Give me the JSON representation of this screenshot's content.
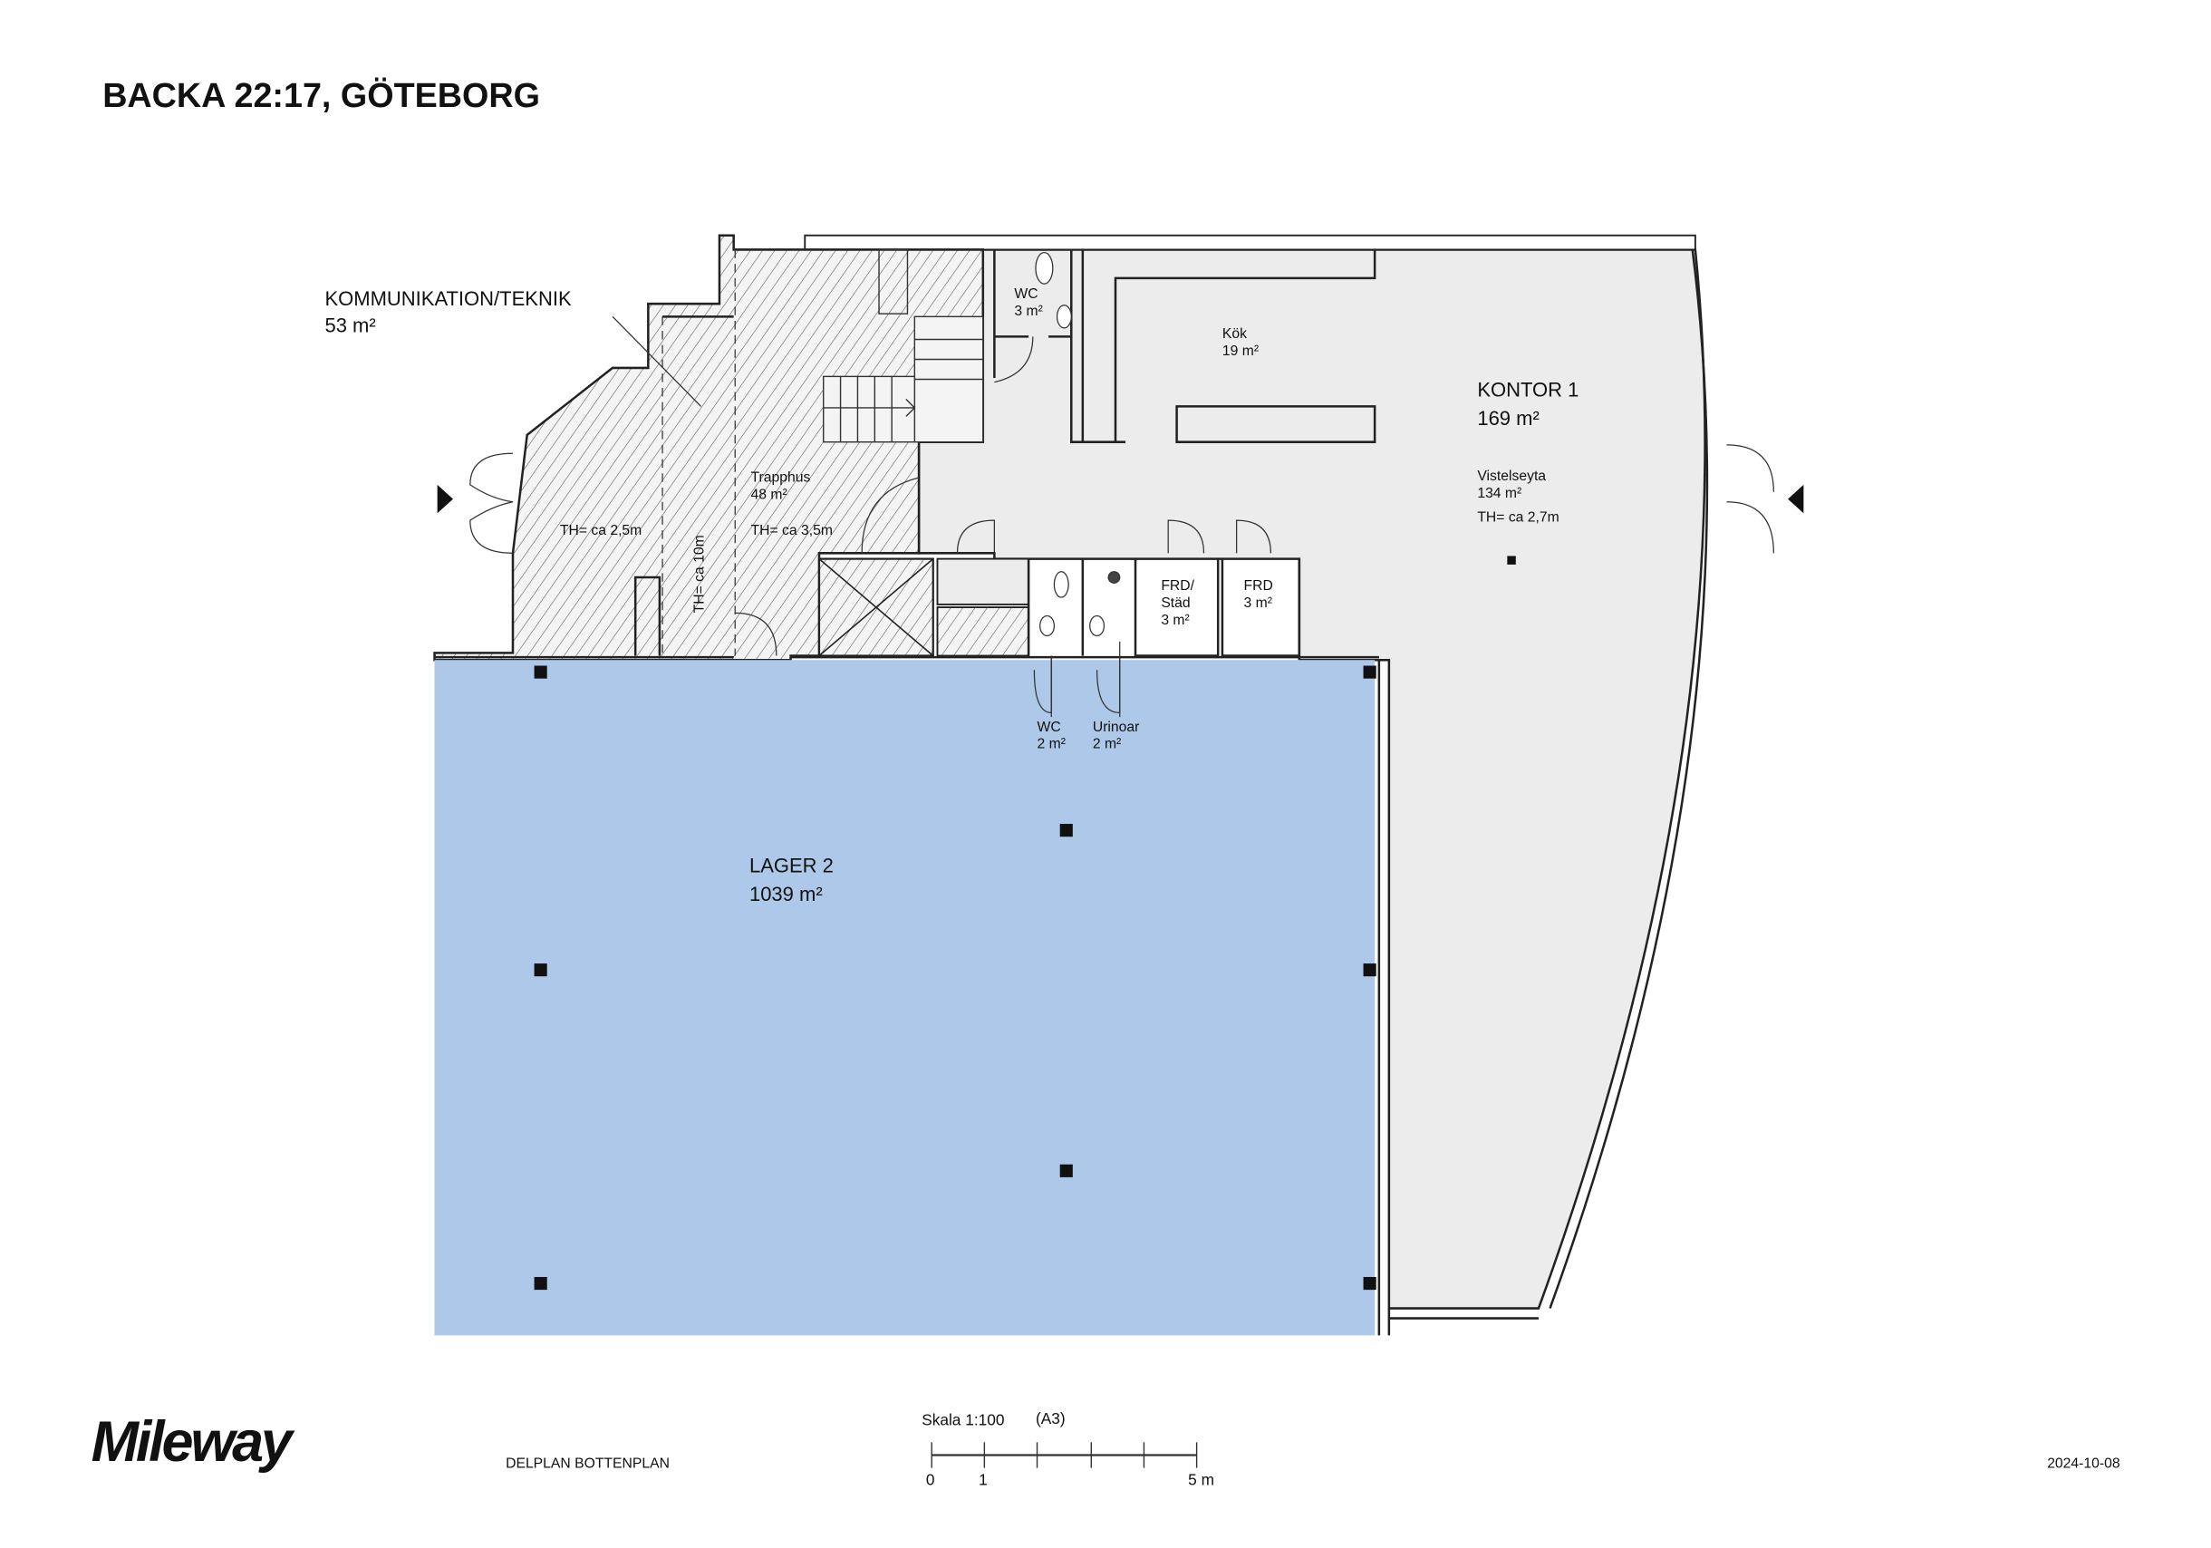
{
  "header": {
    "title": "BACKA 22:17, GÖTEBORG"
  },
  "rooms": {
    "kommunikation": {
      "name": "KOMMUNIKATION/TEKNIK",
      "area": "53 m²",
      "height_left": "TH= ca 2,5m",
      "height_mid": "TH= ca 10m"
    },
    "trapphus": {
      "name": "Trapphus",
      "area": "48 m²",
      "height": "TH= ca 3,5m"
    },
    "wc_top": {
      "name": "WC",
      "area": "3 m²"
    },
    "kok": {
      "name": "Kök",
      "area": "19 m²"
    },
    "kontor": {
      "name": "KONTOR 1",
      "area": "169 m²",
      "sub_name": "Vistelseyta",
      "sub_area": "134 m²",
      "height": "TH= ca 2,7m"
    },
    "frd_stad": {
      "name_line1": "FRD/",
      "name_line2": "Städ",
      "area": "3 m²"
    },
    "frd": {
      "name": "FRD",
      "area": "3 m²"
    },
    "wc_bottom": {
      "name": "WC",
      "area": "2 m²"
    },
    "urinoar": {
      "name": "Urinoar",
      "area": "2 m²"
    },
    "lager": {
      "name": "LAGER 2",
      "area": "1039 m²"
    }
  },
  "colors": {
    "lager": "#adc8e8",
    "kontor": "#ececec",
    "hatch": "#555555"
  },
  "footer": {
    "logo": "Mileway",
    "plan_name": "DELPLAN BOTTENPLAN",
    "scale_label": "Skala 1:100",
    "paper": "(A3)",
    "scale_ticks": [
      "0",
      "1",
      "5 m"
    ],
    "date": "2024-10-08"
  }
}
